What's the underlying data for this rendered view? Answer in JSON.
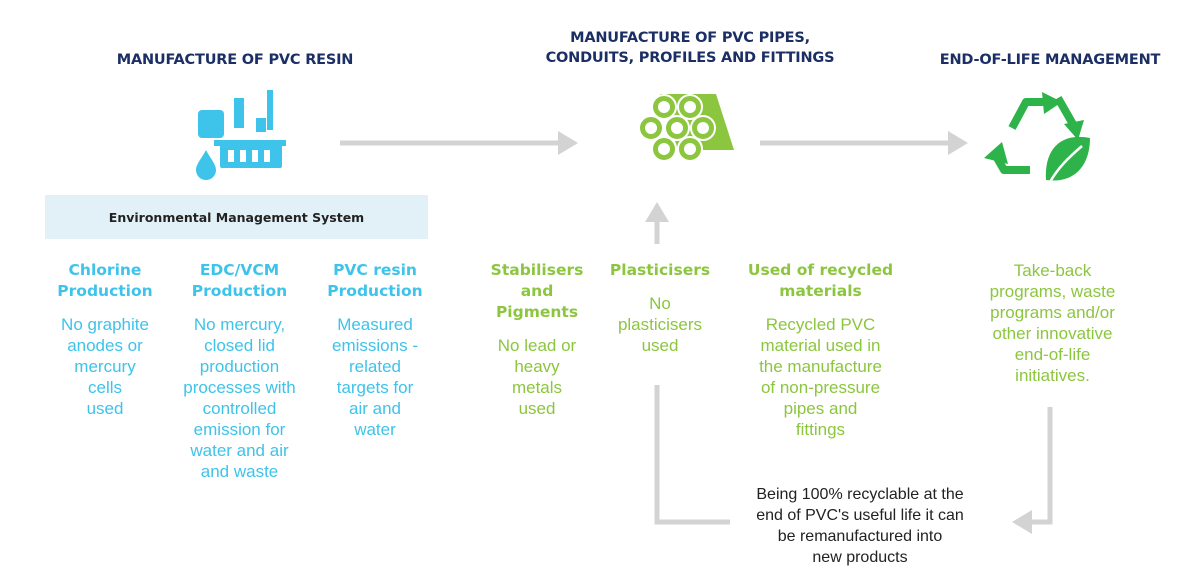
{
  "headings": {
    "resin": "MANUFACTURE OF PVC RESIN",
    "pipes": "MANUFACTURE OF PVC PIPES,\nCONDUITS, PROFILES AND FITTINGS",
    "eol": "END-OF-LIFE MANAGEMENT"
  },
  "ems_label": "Environmental Management System",
  "resin_columns": [
    {
      "title": "Chlorine\nProduction",
      "body": "No graphite\nanodes or\nmercury\ncells\nused"
    },
    {
      "title": "EDC/VCM\nProduction",
      "body": "No mercury,\nclosed lid\nproduction\nprocesses with\ncontrolled\nemission for\nwater and air\nand waste"
    },
    {
      "title": "PVC resin\nProduction",
      "body": "Measured\nemissions -\nrelated\ntargets for\nair and\nwater"
    }
  ],
  "pipe_columns": [
    {
      "title": "Stabilisers\nand\nPigments",
      "body": "No lead or\nheavy\nmetals\nused"
    },
    {
      "title": "Plasticisers",
      "body": "No\nplasticisers\nused"
    },
    {
      "title": "Used of recycled\nmaterials",
      "body": "Recycled PVC\nmaterial used in\nthe manufacture\nof non-pressure\npipes and\nfittings"
    }
  ],
  "eol_text": "Take-back\nprograms, waste\nprograms and/or\nother innovative\nend-of-life\ninitiatives.",
  "recycle_text": "Being 100% recyclable at the\nend of PVC's useful life it can\nbe remanufactured into\nnew products",
  "icons": {
    "resin": "factory-icon",
    "pipes": "pipe-bundle-icon",
    "eol": "recycle-leaf-icon"
  },
  "colors": {
    "heading": "#1b2f64",
    "blue": "#3ec3ea",
    "green": "#8cc63f",
    "eol_green": "#2db34a",
    "arrow": "#d3d3d3",
    "ems_bg": "#e2f1f8"
  }
}
